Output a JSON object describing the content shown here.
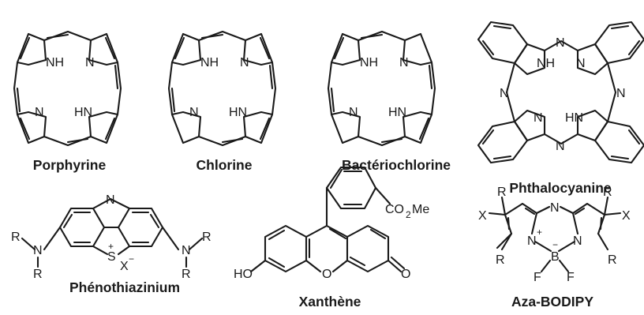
{
  "compounds": [
    {
      "name": "Porphyrine"
    },
    {
      "name": "Chlorine"
    },
    {
      "name": "Bactériochlorine"
    },
    {
      "name": "Phthalocyanine"
    },
    {
      "name": "Phénothiazinium"
    },
    {
      "name": "Xanthène"
    },
    {
      "name": "Aza-BODIPY"
    }
  ],
  "atoms": {
    "nh": "NH",
    "hn": "HN",
    "n": "N",
    "s": "S",
    "o": "O",
    "b": "B",
    "f": "F",
    "r": "R",
    "x": "X",
    "ho": "HO",
    "co2me_co": "CO",
    "co2me_sub": "2",
    "co2me_me": "Me",
    "plus": "+",
    "minus": "−"
  }
}
